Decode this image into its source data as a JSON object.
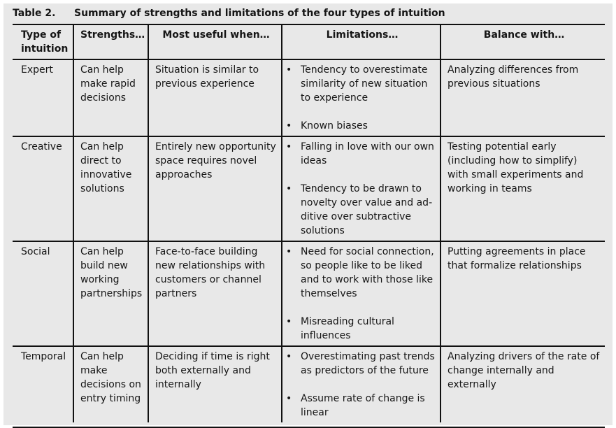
{
  "caption": {
    "label": "Table 2.",
    "title": "Summary of strengths and limitations of the four types of intuition"
  },
  "headers": [
    "Type of intuition",
    "Strengths…",
    "Most useful when…",
    "Limitations…",
    "Balance with…"
  ],
  "rows": [
    {
      "type": "Expert",
      "strengths": "Can help make rapid decisions",
      "useful": "Situation is similar to previous experience",
      "limitations": [
        "Tendency to overestimate similarity of new situation to experience",
        "Known biases"
      ],
      "balance": "Analyzing differences from previous situations"
    },
    {
      "type": "Creative",
      "strengths": "Can help direct to innovative solutions",
      "useful": "Entirely new opportunity space requires novel approaches",
      "limitations": [
        "Falling in love with our own ideas",
        "Tendency to be drawn to novelty over value and ad-ditive over subtractive solutions"
      ],
      "balance": "Testing potential early (including how to simplify) with small experiments and working in teams"
    },
    {
      "type": "Social",
      "strengths": "Can help build new working partnerships",
      "useful": "Face-to-face building new relationships with customers or channel partners",
      "limitations": [
        "Need for social connection, so people like to be liked and to work with those like themselves",
        "Misreading cultural influences"
      ],
      "balance": "Putting agreements in place that formalize relationships"
    },
    {
      "type": "Temporal",
      "strengths": "Can help make decisions on entry timing",
      "useful": "Deciding if time is right both externally and internally",
      "limitations": [
        "Overestimating past trends as predictors of the future",
        "Assume rate of change is linear"
      ],
      "balance": "Analyzing drivers of the rate of change internally and externally"
    }
  ]
}
